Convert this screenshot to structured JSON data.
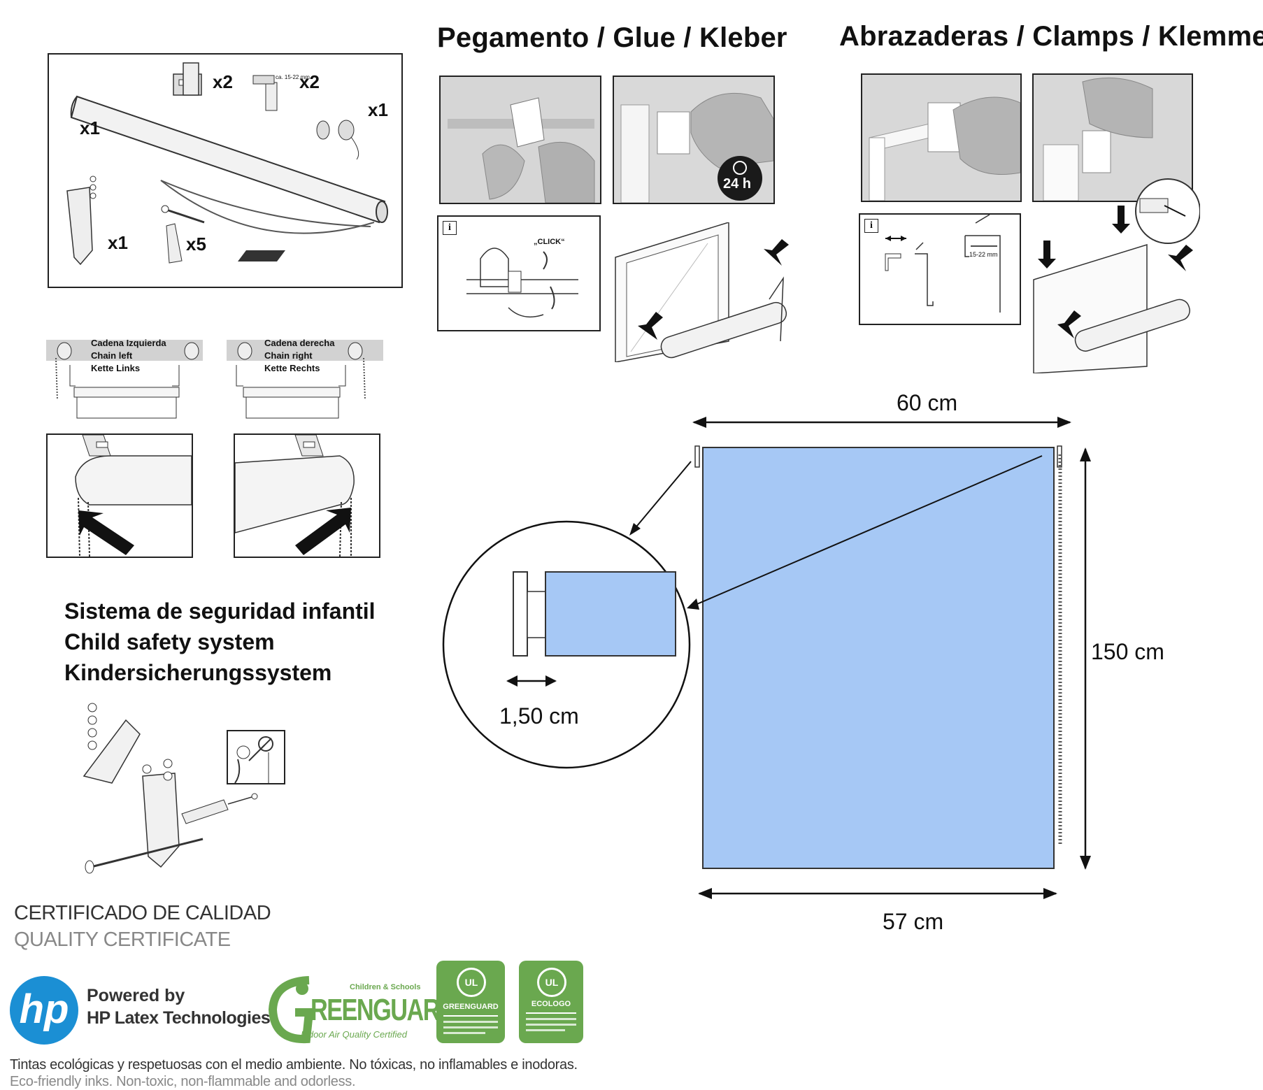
{
  "headings": {
    "glue": "Pegamento / Glue / Kleber",
    "clamps": "Abrazaderas / Clamps / Klemmen"
  },
  "kit": {
    "qty_roller": "x1",
    "qty_brackets": "x2",
    "qty_clamps": "x2",
    "qty_caps": "x1",
    "qty_safety": "x1",
    "qty_screws": "x5",
    "clamp_range": "ca. 15-22 mm"
  },
  "glue_panel": {
    "timer": "24 h",
    "click": "„CLICK“",
    "info": "i"
  },
  "clamp_panel": {
    "info": "i",
    "range": "15-22 mm"
  },
  "chain": {
    "left": [
      "Cadena Izquierda",
      "Chain left",
      "Kette Links"
    ],
    "right": [
      "Cadena derecha",
      "Chain right",
      "Kette Rechts"
    ]
  },
  "safety": {
    "lines": [
      "Sistema de seguridad infantil",
      "Child safety system",
      "Kindersicherungssystem"
    ]
  },
  "dimensions": {
    "width_total": "60 cm",
    "height": "150 cm",
    "width_fabric": "57 cm",
    "side_gap": "1,50 cm"
  },
  "certificate": {
    "line1": "CERTIFICADO DE CALIDAD",
    "line2": "QUALITY CERTIFICATE",
    "hp_powered": "Powered by",
    "hp_tech": "HP Latex Technologies",
    "hp_logo": "hp",
    "greenguard_top": "Children & Schools",
    "greenguard_name": "REENGUARD",
    "greenguard_sub": "Indoor Air Quality Certified",
    "ul_badge1": "GREENGUARD",
    "ul_badge2": "ECOLOGO",
    "ul_mark": "UL"
  },
  "eco_text": {
    "es": "Tintas ecológicas y respetuosas con el medio ambiente. No tóxicas, no inflamables e inodoras.",
    "en": "Eco-friendly inks. Non-toxic, non-flammable and odorless."
  },
  "colors": {
    "fabric": "#a6c8f5",
    "ink": "#111111",
    "green": "#6aa84f"
  }
}
